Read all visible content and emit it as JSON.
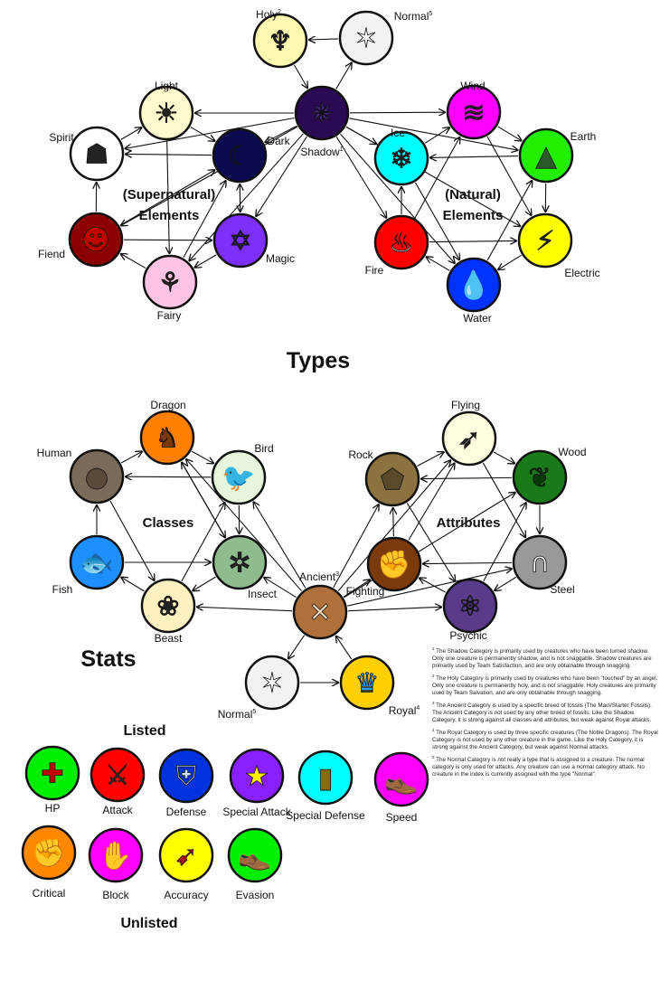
{
  "types": {
    "title": "Types",
    "supernatural_label": [
      "(Supernatural)",
      "Elements"
    ],
    "natural_label": [
      "(Natural)",
      "Elements"
    ],
    "nodes": [
      {
        "id": "holy",
        "label": "Holy",
        "sup": "2",
        "color": "#fff8b0",
        "icon": "angel-icon",
        "glyph": "♆",
        "glyph_color": "#222"
      },
      {
        "id": "normal_t",
        "label": "Normal",
        "sup": "5",
        "color": "#f2f2f2",
        "icon": "star-icon",
        "glyph": "✶",
        "glyph_color": "#fff"
      },
      {
        "id": "shadow",
        "label": "Shadow",
        "sup": "1",
        "color": "#2a0a55",
        "icon": "shadow-swirl-icon",
        "glyph": "✵",
        "glyph_color": "#5a2aa0"
      },
      {
        "id": "light",
        "label": "Light",
        "color": "#fffacd",
        "icon": "sun-icon",
        "glyph": "☀",
        "glyph_color": "#222"
      },
      {
        "id": "dark",
        "label": "Dark",
        "color": "#0a0a50",
        "icon": "moon-icon",
        "glyph": "☾",
        "glyph_color": "#1a1a80"
      },
      {
        "id": "spirit",
        "label": "Spirit",
        "color": "#ffffff",
        "icon": "ghost-icon",
        "glyph": "☗",
        "glyph_color": "#222"
      },
      {
        "id": "fiend",
        "label": "Fiend",
        "color": "#8b0000",
        "icon": "devil-icon",
        "glyph": "☻",
        "glyph_color": "#c00000"
      },
      {
        "id": "magic",
        "label": "Magic",
        "color": "#7b2ff7",
        "icon": "hexagram-icon",
        "glyph": "✡",
        "glyph_color": "#222"
      },
      {
        "id": "fairy",
        "label": "Fairy",
        "color": "#ffc4e4",
        "icon": "butterfly-icon",
        "glyph": "⚘",
        "glyph_color": "#222"
      },
      {
        "id": "wind",
        "label": "Wind",
        "color": "#ff00ff",
        "icon": "tornado-icon",
        "glyph": "≋",
        "glyph_color": "#222"
      },
      {
        "id": "ice",
        "label": "Ice",
        "color": "#00ffff",
        "icon": "snowflake-icon",
        "glyph": "❄",
        "glyph_color": "#222"
      },
      {
        "id": "earth",
        "label": "Earth",
        "color": "#22ee00",
        "icon": "mountain-icon",
        "glyph": "▲",
        "glyph_color": "#2a5a2a"
      },
      {
        "id": "fire",
        "label": "Fire",
        "color": "#ff0000",
        "icon": "flame-icon",
        "glyph": "♨",
        "glyph_color": "#fff"
      },
      {
        "id": "electric",
        "label": "Electric",
        "color": "#ffff00",
        "icon": "lightning-icon",
        "glyph": "⚡",
        "glyph_color": "#222"
      },
      {
        "id": "water",
        "label": "Water",
        "color": "#0033ff",
        "icon": "water-drop-icon",
        "glyph": "💧",
        "glyph_color": "#0a1a60"
      }
    ],
    "edges": [
      [
        "holy",
        "shadow"
      ],
      [
        "shadow",
        "normal_t"
      ],
      [
        "normal_t",
        "holy"
      ],
      [
        "shadow",
        "light"
      ],
      [
        "shadow",
        "dark"
      ],
      [
        "shadow",
        "spirit"
      ],
      [
        "shadow",
        "magic"
      ],
      [
        "shadow",
        "fairy"
      ],
      [
        "shadow",
        "fiend"
      ],
      [
        "shadow",
        "wind"
      ],
      [
        "shadow",
        "ice"
      ],
      [
        "shadow",
        "earth"
      ],
      [
        "shadow",
        "fire"
      ],
      [
        "shadow",
        "electric"
      ],
      [
        "shadow",
        "water"
      ],
      [
        "light",
        "dark"
      ],
      [
        "dark",
        "magic"
      ],
      [
        "magic",
        "fairy"
      ],
      [
        "fairy",
        "fiend"
      ],
      [
        "fiend",
        "spirit"
      ],
      [
        "spirit",
        "light"
      ],
      [
        "dark",
        "spirit"
      ],
      [
        "light",
        "fairy"
      ],
      [
        "fiend",
        "magic"
      ],
      [
        "magic",
        "dark"
      ],
      [
        "fairy",
        "dark"
      ],
      [
        "fiend",
        "dark"
      ],
      [
        "ice",
        "wind"
      ],
      [
        "wind",
        "earth"
      ],
      [
        "earth",
        "electric"
      ],
      [
        "electric",
        "water"
      ],
      [
        "water",
        "fire"
      ],
      [
        "fire",
        "ice"
      ],
      [
        "earth",
        "ice"
      ],
      [
        "wind",
        "electric"
      ],
      [
        "ice",
        "water"
      ],
      [
        "fire",
        "electric"
      ],
      [
        "water",
        "earth"
      ],
      [
        "fire",
        "wind"
      ]
    ]
  },
  "classes_attributes": {
    "classes_label": "Classes",
    "attributes_label": "Attributes",
    "nodes": [
      {
        "id": "dragon",
        "label": "Dragon",
        "color": "#ff8000",
        "icon": "dragon-icon",
        "glyph": "♞",
        "glyph_color": "#7a3a00"
      },
      {
        "id": "bird",
        "label": "Bird",
        "color": "#e6f6dc",
        "icon": "bird-icon",
        "glyph": "🐦",
        "glyph_color": "#222"
      },
      {
        "id": "human",
        "label": "Human",
        "color": "#7a6a5a",
        "icon": "human-head-icon",
        "glyph": "●",
        "glyph_color": "#5a4a3a"
      },
      {
        "id": "fish",
        "label": "Fish",
        "color": "#1e8fff",
        "icon": "fish-icon",
        "glyph": "🐟",
        "glyph_color": "#222"
      },
      {
        "id": "insect",
        "label": "Insect",
        "color": "#8fbc8f",
        "icon": "beetle-icon",
        "glyph": "✲",
        "glyph_color": "#222"
      },
      {
        "id": "beast",
        "label": "Beast",
        "color": "#fff0c0",
        "icon": "paw-icon",
        "glyph": "❀",
        "glyph_color": "#222"
      },
      {
        "id": "ancient",
        "label": "Ancient",
        "sup": "3",
        "color": "#b0703c",
        "icon": "crossed-bones-icon",
        "glyph": "✕",
        "glyph_color": "#f0e0c0"
      },
      {
        "id": "normal_c",
        "label": "Normal",
        "sup": "5",
        "color": "#f2f2f2",
        "icon": "star-icon",
        "glyph": "✶",
        "glyph_color": "#fff"
      },
      {
        "id": "royal",
        "label": "Royal",
        "sup": "4",
        "color": "#ffd000",
        "icon": "crown-icon",
        "glyph": "♛",
        "glyph_color": "#30a0ff"
      },
      {
        "id": "flying",
        "label": "Flying",
        "color": "#fffde0",
        "icon": "wing-icon",
        "glyph": "➶",
        "glyph_color": "#222"
      },
      {
        "id": "rock",
        "label": "Rock",
        "color": "#8b7340",
        "icon": "rock-icon",
        "glyph": "⬟",
        "glyph_color": "#5a4a2a"
      },
      {
        "id": "wood",
        "label": "Wood",
        "color": "#1a7a1a",
        "icon": "leaf-icon",
        "glyph": "❦",
        "glyph_color": "#0a3a0a"
      },
      {
        "id": "fighting",
        "label": "Fighting",
        "color": "#7a3a0a",
        "icon": "fist-icon",
        "glyph": "✊",
        "glyph_color": "#c06020"
      },
      {
        "id": "steel",
        "label": "Steel",
        "color": "#999999",
        "icon": "horseshoe-icon",
        "glyph": "∩",
        "glyph_color": "#fff"
      },
      {
        "id": "psychic",
        "label": "Psychic",
        "color": "#5a3a8a",
        "icon": "atom-icon",
        "glyph": "⚛",
        "glyph_color": "#111"
      }
    ],
    "edges": [
      [
        "dragon",
        "bird"
      ],
      [
        "bird",
        "insect"
      ],
      [
        "insect",
        "beast"
      ],
      [
        "beast",
        "fish"
      ],
      [
        "fish",
        "human"
      ],
      [
        "human",
        "dragon"
      ],
      [
        "bird",
        "human"
      ],
      [
        "dragon",
        "insect"
      ],
      [
        "fish",
        "insect"
      ],
      [
        "beast",
        "bird"
      ],
      [
        "human",
        "beast"
      ],
      [
        "insect",
        "dragon"
      ],
      [
        "flying",
        "wood"
      ],
      [
        "wood",
        "steel"
      ],
      [
        "steel",
        "psychic"
      ],
      [
        "psychic",
        "fighting"
      ],
      [
        "fighting",
        "rock"
      ],
      [
        "rock",
        "flying"
      ],
      [
        "fighting",
        "flying"
      ],
      [
        "steel",
        "fighting"
      ],
      [
        "psychic",
        "wood"
      ],
      [
        "rock",
        "psychic"
      ],
      [
        "wood",
        "rock"
      ],
      [
        "flying",
        "steel"
      ],
      [
        "ancient",
        "insect"
      ],
      [
        "ancient",
        "beast"
      ],
      [
        "ancient",
        "bird"
      ],
      [
        "ancient",
        "dragon"
      ],
      [
        "ancient",
        "fighting"
      ],
      [
        "ancient",
        "psychic"
      ],
      [
        "ancient",
        "rock"
      ],
      [
        "ancient",
        "steel"
      ],
      [
        "ancient",
        "flying"
      ],
      [
        "ancient",
        "wood"
      ],
      [
        "ancient",
        "normal_c"
      ],
      [
        "normal_c",
        "royal"
      ],
      [
        "royal",
        "ancient"
      ]
    ]
  },
  "stats": {
    "title": "Stats",
    "listed_label": "Listed",
    "unlisted_label": "Unlisted",
    "listed": [
      {
        "label": "HP",
        "color": "#00ee00",
        "icon": "red-cross-icon",
        "glyph": "✚",
        "glyph_color": "#c00000"
      },
      {
        "label": "Attack",
        "color": "#ff0000",
        "icon": "sword-icon",
        "glyph": "⚔",
        "glyph_color": "#333"
      },
      {
        "label": "Defense",
        "color": "#0033dd",
        "icon": "shield-icon",
        "glyph": "⛨",
        "glyph_color": "#cfe4ff"
      },
      {
        "label": "Special Attack",
        "color": "#8a20ff",
        "icon": "magic-wand-icon",
        "glyph": "★",
        "glyph_color": "#ffee00"
      },
      {
        "label": "Special Defense",
        "color": "#00ffff",
        "icon": "book-icon",
        "glyph": "▮",
        "glyph_color": "#8a6a10"
      },
      {
        "label": "Speed",
        "color": "#ff00ff",
        "icon": "shoe-icon",
        "glyph": "👞",
        "glyph_color": "#22dd22"
      }
    ],
    "unlisted": [
      {
        "label": "Critical",
        "color": "#ff8800",
        "icon": "fist-icon",
        "glyph": "✊",
        "glyph_color": "#7a5030"
      },
      {
        "label": "Block",
        "color": "#ff00ff",
        "icon": "hand-icon",
        "glyph": "✋",
        "glyph_color": "#b0a090"
      },
      {
        "label": "Accuracy",
        "color": "#ffff00",
        "icon": "bow-arrow-icon",
        "glyph": "➹",
        "glyph_color": "#a01010"
      },
      {
        "label": "Evasion",
        "color": "#00ee00",
        "icon": "shoe-icon",
        "glyph": "👞",
        "glyph_color": "#111"
      }
    ]
  },
  "footnotes": [
    {
      "mark": "1",
      "text": "The Shadow Category is primarily used by creatures who have been turned shadow. Only one creature is permanently  shadow, and is not snaggable.  Shadow creatures are primarily used by Team Satisfaction, and are only obtainable through snagging."
    },
    {
      "mark": "2",
      "text": "The Holy Category is primarily used by creatures who have been \"touched\" by an angel. Only one creature is permanently holy, and is not snaggable.  Holy creatures are primarily used by Team Salvation, and are only obtainable through snagging."
    },
    {
      "mark": "3",
      "text": "The Ancient Category is used by a specific breed of fossils (The Main/Starter Fossils). The Ancient Category is not used by any other breed of fossils. Like the Shadow Category, it is strong against all classes and attributes, but weak against Royal attacks."
    },
    {
      "mark": "4",
      "text": "The Royal Category is used by three specific creatures (The Noble Dragons). The Royal Category is not used by any other creature in the game. Like the Holy Category,  it is strong against the Ancient Category, but weak against  Normal attacks."
    },
    {
      "mark": "5",
      "text": "The Normal Category is not really a type that is assigned to a creature. The normal category is only used for attacks. Any creature can use a normal category attack. No creature in the index is currently assigned with the type \"Normal\"."
    }
  ]
}
